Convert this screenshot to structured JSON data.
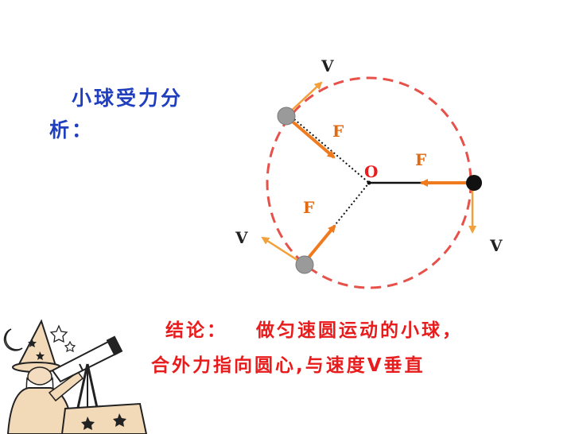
{
  "title": "小球受力分析：",
  "diagram": {
    "labels": {
      "v_top": "V",
      "v_left": "V",
      "v_right": "V",
      "f_top": "F",
      "f_right": "F",
      "f_bottom": "F",
      "center": "O"
    },
    "colors": {
      "circle": "#e8504a",
      "force_arrow": "#f07a1e",
      "velocity_arrow": "#f2a03a",
      "label_dark": "#222222",
      "label_force": "#e06a10",
      "label_center": "#e81c1c",
      "ball_gray": "#9a9a9a",
      "ball_black": "#111111"
    }
  },
  "conclusion": {
    "label": "结论：",
    "line1": "做匀速圆运动的小球，",
    "line2": "合外力指向圆心,与速度V垂直"
  },
  "clipart": "wizard-with-telescope-icon"
}
